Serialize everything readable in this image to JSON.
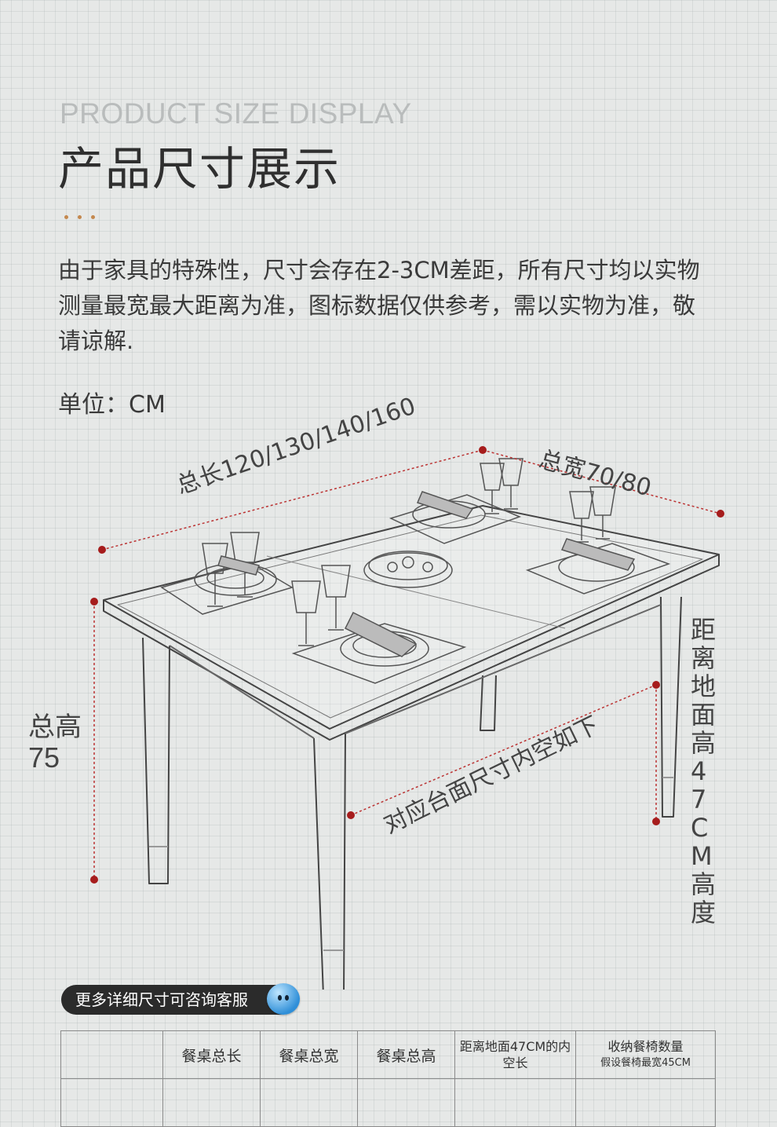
{
  "header": {
    "en_title": "PRODUCT SIZE DISPLAY",
    "cn_title": "产品尺寸展示"
  },
  "description": "由于家具的特殊性，尺寸会存在2-3CM差距，所有尺寸均以实物测量最宽最大距离为准，图标数据仅供参考，需以实物为准，敬请谅解.",
  "unit": "单位：CM",
  "dimensions": {
    "total_length": "总长120/130/140/160",
    "total_width": "总宽70/80",
    "total_height_label": "总高",
    "total_height_value": "75",
    "inner_space": "对应台面尺寸内空如下",
    "floor_clearance": "距离地面高47CM高度"
  },
  "colors": {
    "accent": "#c4884e",
    "marker": "#a61c1c",
    "pill_bg": "#2b2b2b"
  },
  "contact": {
    "label": "更多详细尺寸可咨询客服",
    "icon": "chat-bubble-icon"
  },
  "table": {
    "headers": [
      "",
      "餐桌总长",
      "餐桌总宽",
      "餐桌总高",
      "距离地面47CM的内空长",
      "收纳餐椅数量"
    ],
    "header_sub": "假设餐椅最宽45CM"
  }
}
